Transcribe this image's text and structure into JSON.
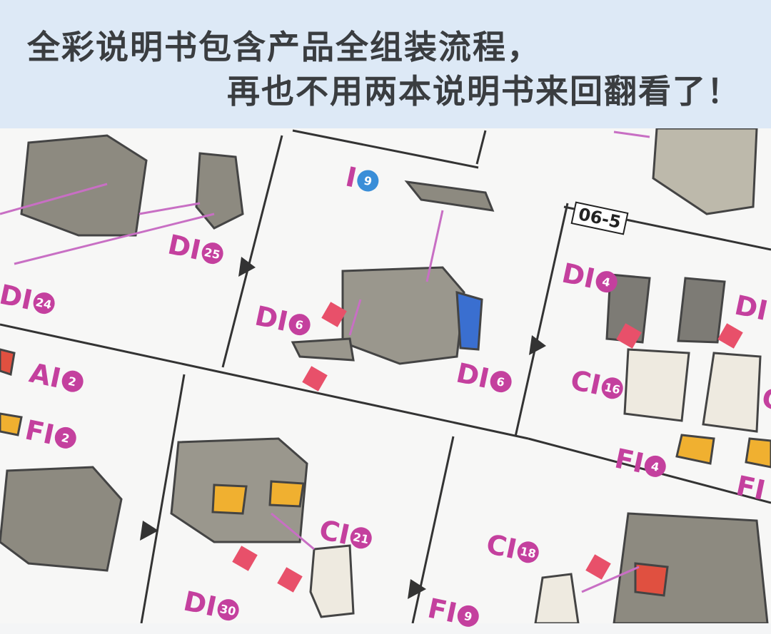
{
  "banner": {
    "line1": "全彩说明书包含产品全组装流程，",
    "line2": "再也不用两本说明书来回翻看了！"
  },
  "manual": {
    "step_label": "06-5",
    "part_labels": [
      {
        "prefix": "DI",
        "num": "25"
      },
      {
        "prefix": "DI",
        "num": "24"
      },
      {
        "prefix": "I",
        "num": "9"
      },
      {
        "prefix": "DI",
        "num": "6"
      },
      {
        "prefix": "DI",
        "num": "6"
      },
      {
        "prefix": "DI",
        "num": "4"
      },
      {
        "prefix": "DI",
        "num": ""
      },
      {
        "prefix": "CI",
        "num": "16"
      },
      {
        "prefix": "C",
        "num": ""
      },
      {
        "prefix": "FI",
        "num": "4"
      },
      {
        "prefix": "FI",
        "num": ""
      },
      {
        "prefix": "AI",
        "num": "2"
      },
      {
        "prefix": "FI",
        "num": "2"
      },
      {
        "prefix": "CI",
        "num": "21"
      },
      {
        "prefix": "DI",
        "num": "30"
      },
      {
        "prefix": "CI",
        "num": "18"
      },
      {
        "prefix": "FI",
        "num": "9"
      }
    ],
    "colors": {
      "label": "#c4409e",
      "badge": "#e8506a",
      "part_grey": "#8d8a80",
      "part_blue": "#3a6fd0",
      "part_yellow": "#f0b030"
    }
  }
}
